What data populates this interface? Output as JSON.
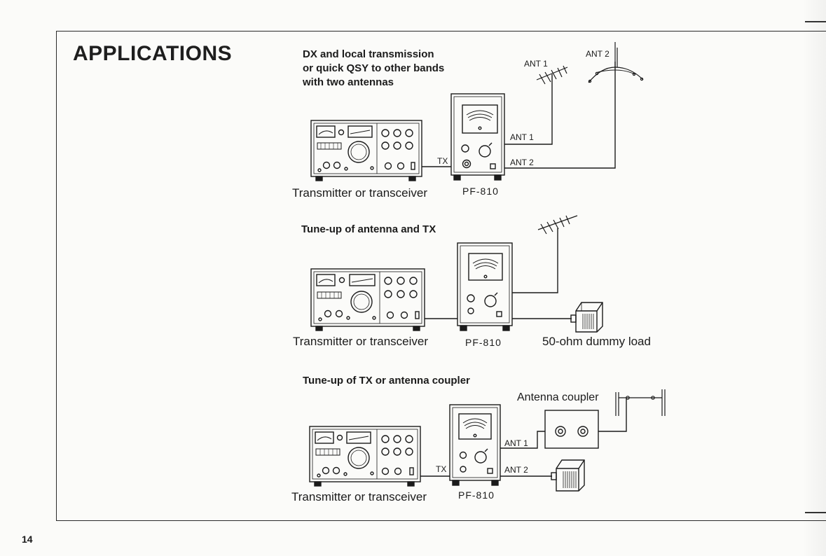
{
  "page": {
    "title": "APPLICATIONS",
    "page_number": "14"
  },
  "sections": [
    {
      "title_lines": [
        "DX and local transmission",
        "or quick QSY to other bands",
        "with two antennas"
      ],
      "transmitter_label": "Transmitter or transceiver",
      "meter_label": "PF-810",
      "tx_label": "TX",
      "port1_label": "ANT 1",
      "port2_label": "ANT 2",
      "antenna1_label": "ANT 1",
      "antenna2_label": "ANT 2"
    },
    {
      "title": "Tune-up of antenna and TX",
      "transmitter_label": "Transmitter or transceiver",
      "meter_label": "PF-810",
      "load_label": "50-ohm dummy load"
    },
    {
      "title": "Tune-up of TX or antenna coupler",
      "transmitter_label": "Transmitter or transceiver",
      "meter_label": "PF-810",
      "tx_label": "TX",
      "port1_label": "ANT 1",
      "port2_label": "ANT 2",
      "coupler_label": "Antenna coupler"
    }
  ],
  "colors": {
    "ink": "#1b1b1b",
    "paper": "#fbfbf9"
  },
  "icons": {
    "yagi": "yagi-antenna-icon",
    "dipole": "dipole-antenna-icon",
    "load": "dummy-load-icon",
    "coupler": "antenna-coupler-icon"
  }
}
